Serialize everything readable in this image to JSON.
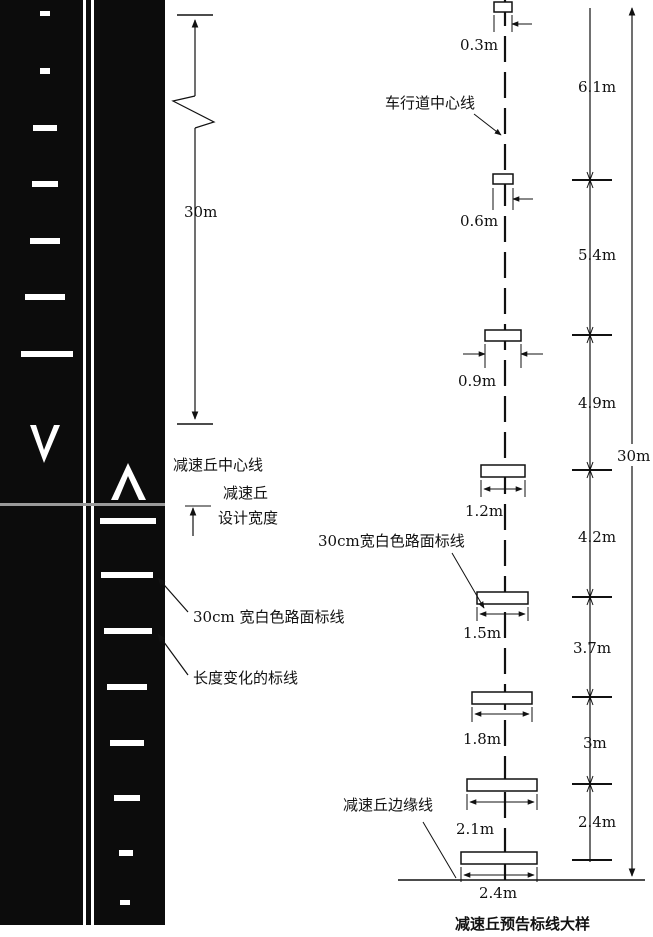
{
  "left_panel": {
    "total_length_label": "30m",
    "hump_centerline_label": "减速丘中心线",
    "hump_design_width_label_1": "减速丘",
    "hump_design_width_label_2": "设计宽度",
    "white_marking_label": "30cm 宽白色路面标线",
    "variable_length_label": "长度变化的标线"
  },
  "right_panel": {
    "lane_centerline_label": "车行道中心线",
    "marking_30cm_label": "30cm宽白色路面标线",
    "hump_edge_label": "减速丘边缘线",
    "total_label": "30m",
    "caption": "减速丘预告标线大样",
    "widths": [
      "0.3m",
      "0.6m",
      "0.9m",
      "1.2m",
      "1.5m",
      "1.8m",
      "2.1m",
      "2.4m"
    ],
    "spacings": [
      "6.1m",
      "5.4m",
      "4.9m",
      "4.2m",
      "3.7m",
      "3m",
      "2.4m"
    ]
  }
}
